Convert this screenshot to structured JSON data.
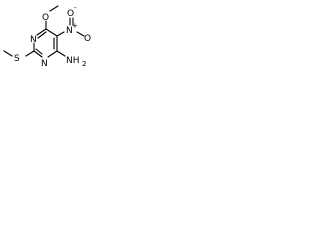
{
  "molecule": {
    "atoms": {
      "methoxy_o": "O",
      "nitro_n": "N",
      "nitro_plus": "+",
      "nitro_o_top": "O",
      "nitro_o_minus": "-",
      "nitro_o_right": "O",
      "ring_n_left": "N",
      "ring_n_bottom": "N",
      "thio_s": "S",
      "amine_n": "NH",
      "amine_sub": "2"
    }
  }
}
